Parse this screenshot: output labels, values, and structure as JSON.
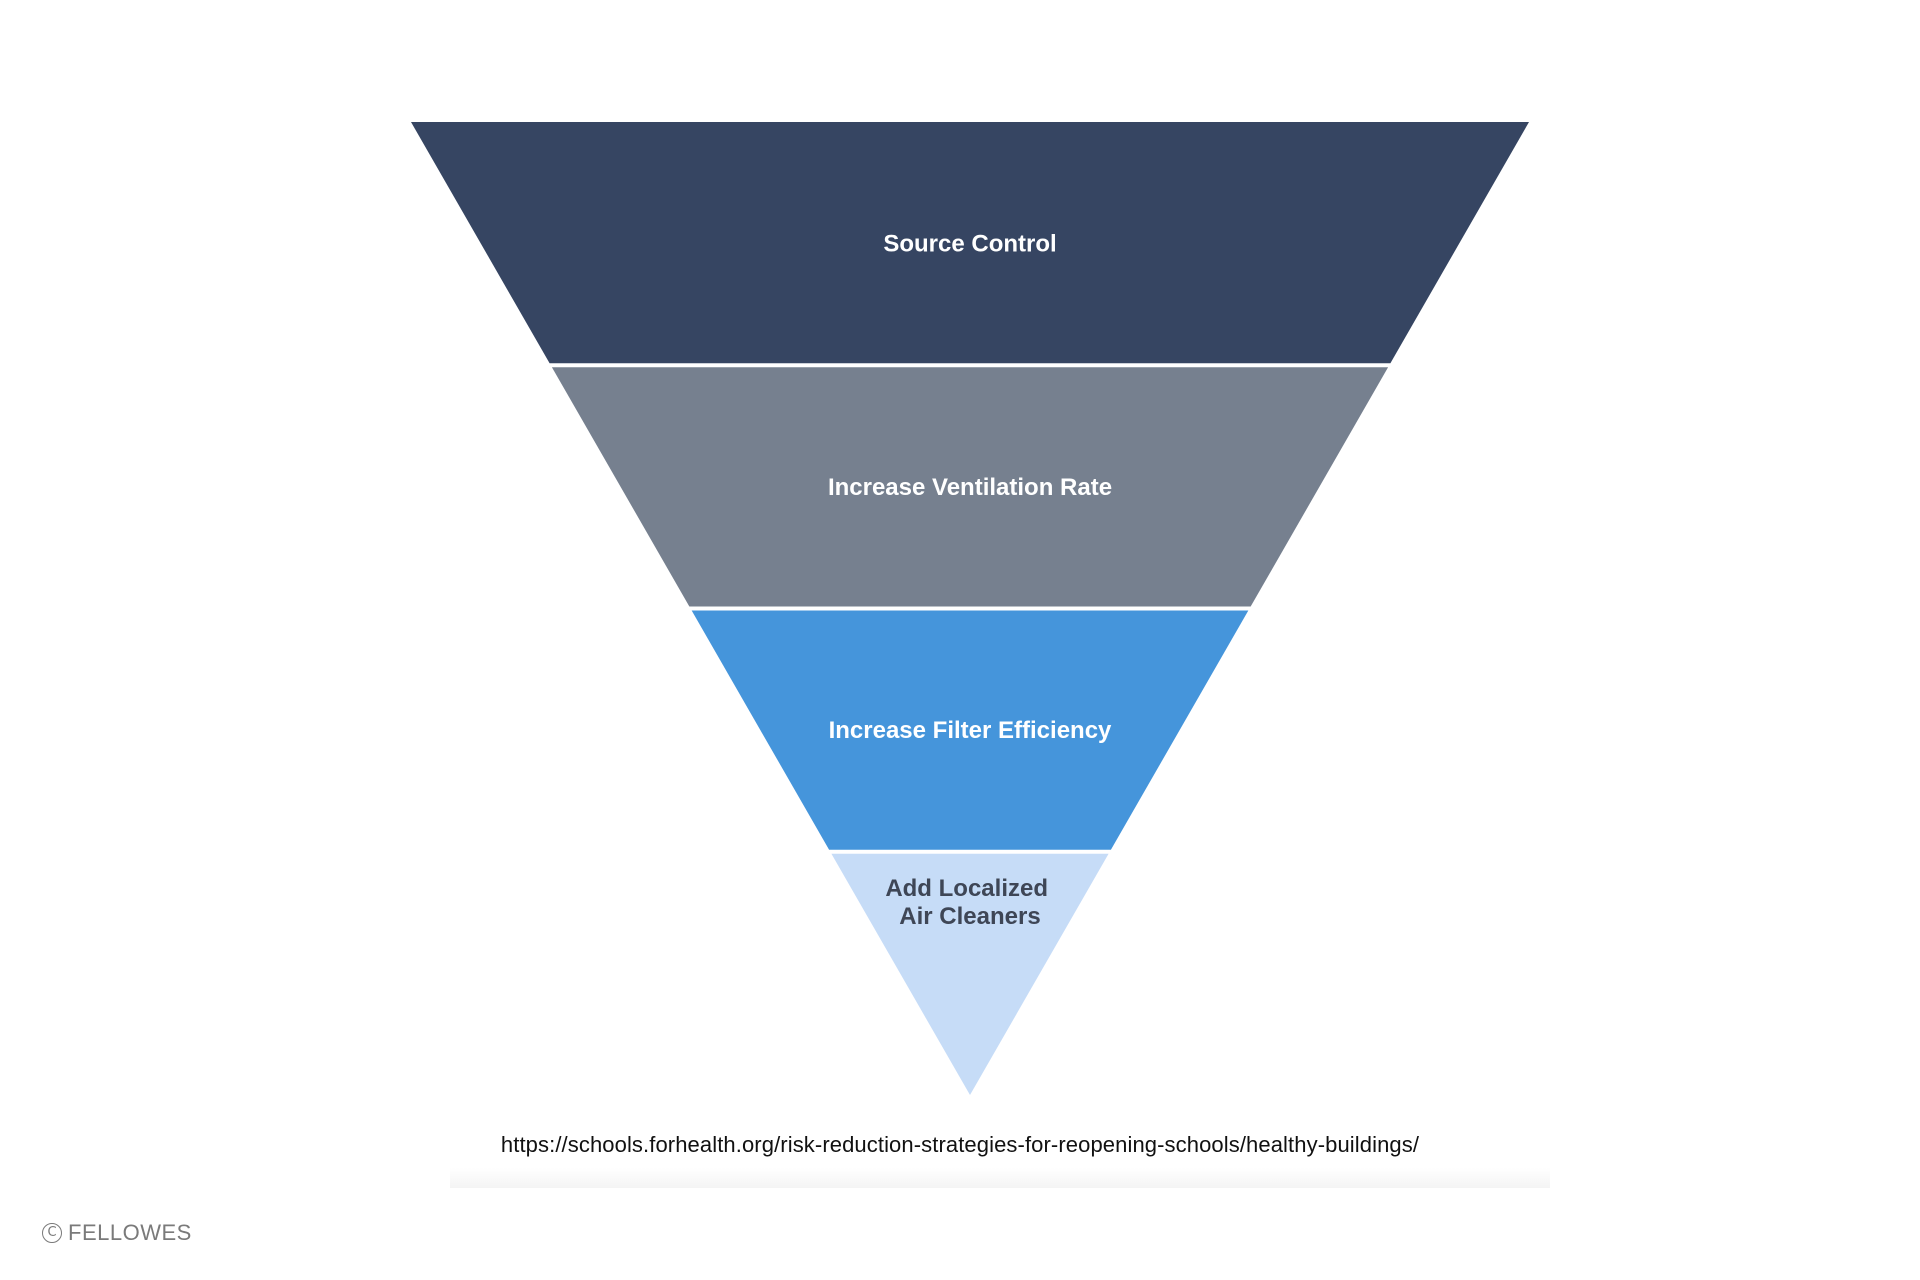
{
  "diagram": {
    "layers": [
      {
        "lines": [
          "Source Control"
        ],
        "color": "#364562",
        "text_color": "#ffffff"
      },
      {
        "lines": [
          "Increase Ventilation Rate"
        ],
        "color": "#76808f",
        "text_color": "#ffffff"
      },
      {
        "lines": [
          "Increase Filter Efficiency"
        ],
        "color": "#4595db",
        "text_color": "#ffffff"
      },
      {
        "lines": [
          "Add Localized",
          "Air Cleaners"
        ],
        "color": "#c6dcf7",
        "text_color": "#3e4656"
      }
    ]
  },
  "source_url": "https://schools.forhealth.org/risk-reduction-strategies-for-reopening-schools/healthy-buildings/",
  "copyright": {
    "symbol": "C",
    "text": "FELLOWES"
  }
}
